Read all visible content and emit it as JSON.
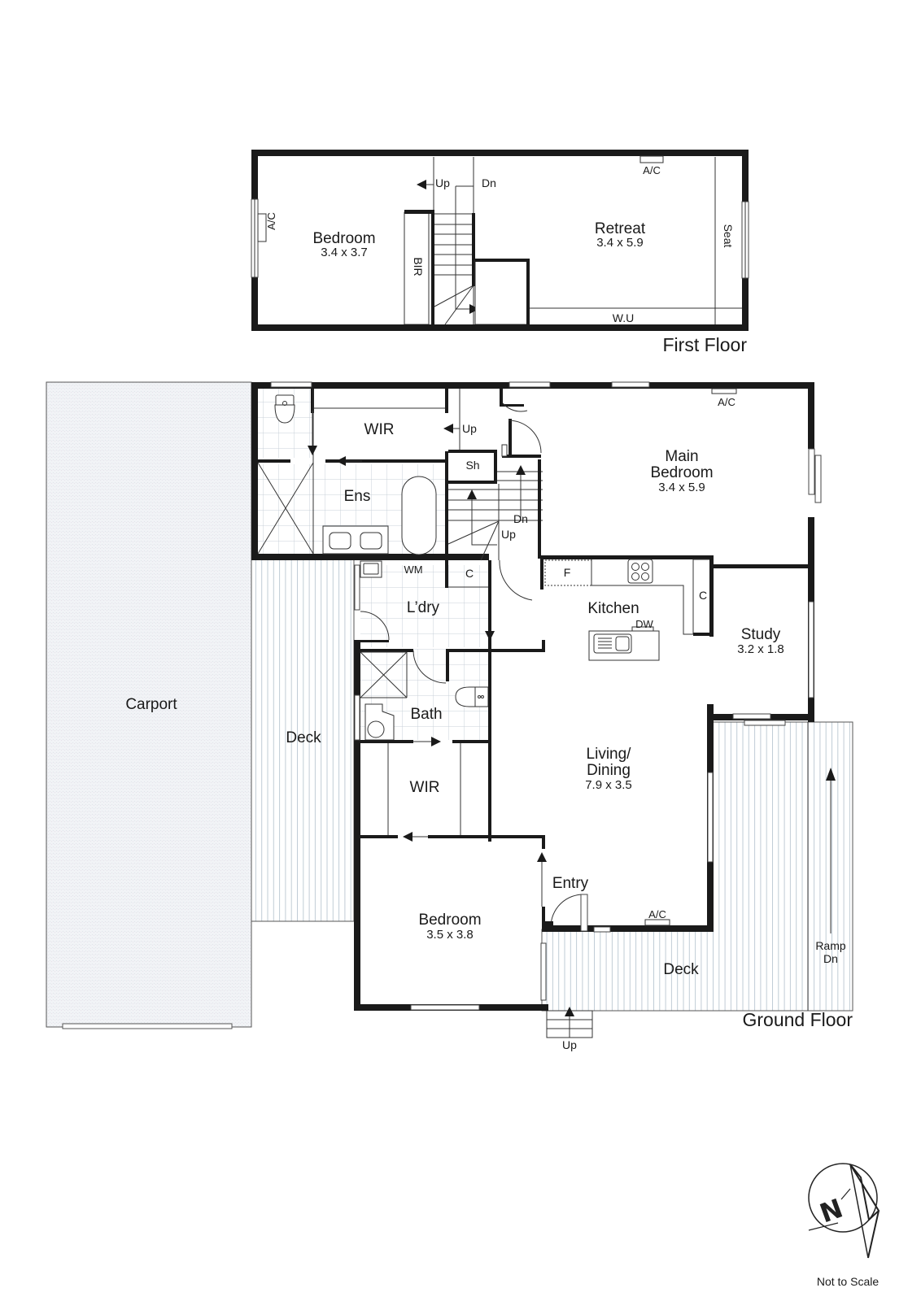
{
  "plan": {
    "first_floor": {
      "title": "First Floor",
      "rooms": [
        {
          "name": "Bedroom",
          "dims": "3.4 x 3.7"
        },
        {
          "name": "Retreat",
          "dims": "3.4 x 5.9"
        }
      ],
      "labels": {
        "bir": "BIR",
        "ac_wall": "A/C",
        "ac_top": "A/C",
        "seat": "Seat",
        "wu": "W.U",
        "up": "Up",
        "dn": "Dn"
      }
    },
    "ground_floor": {
      "title": "Ground Floor",
      "rooms": {
        "carport": {
          "name": "Carport"
        },
        "deck_left": {
          "name": "Deck"
        },
        "wir_top": {
          "name": "WIR"
        },
        "ensuite": {
          "name": "Ens"
        },
        "shower_small": {
          "name": "Sh"
        },
        "main_bedroom": {
          "name_line1": "Main",
          "name_line2": "Bedroom",
          "dims": "3.4 x 5.9"
        },
        "laundry": {
          "name": "L’dry"
        },
        "kitchen": {
          "name": "Kitchen"
        },
        "study": {
          "name": "Study",
          "dims": "3.2 x 1.8"
        },
        "bath": {
          "name": "Bath"
        },
        "wir_mid": {
          "name": "WIR"
        },
        "living": {
          "name_line1": "Living/",
          "name_line2": "Dining",
          "dims": "7.9 x 3.5"
        },
        "bedroom": {
          "name": "Bedroom",
          "dims": "3.5 x 3.8"
        },
        "entry": {
          "name": "Entry"
        },
        "deck_front": {
          "name": "Deck"
        }
      },
      "labels": {
        "up_stair_top": "Up",
        "up_stair": "Up",
        "dn_stair": "Dn",
        "ac_main": "A/C",
        "ac_living": "A/C",
        "wm": "WM",
        "cupboard_laundry": "C",
        "cupboard_kitchen": "C",
        "fridge": "F",
        "dw": "DW",
        "ramp_line1": "Ramp",
        "ramp_line2": "Dn",
        "up_front": "Up"
      }
    },
    "compass": {
      "label": "N"
    },
    "footer": {
      "scale_note": "Not to Scale"
    },
    "colors": {
      "wall": "#1a1a1a",
      "tile_grid": "#c8d0d8",
      "deck_line": "#c0ccd6",
      "carport_fill": "#eef1f4"
    }
  }
}
